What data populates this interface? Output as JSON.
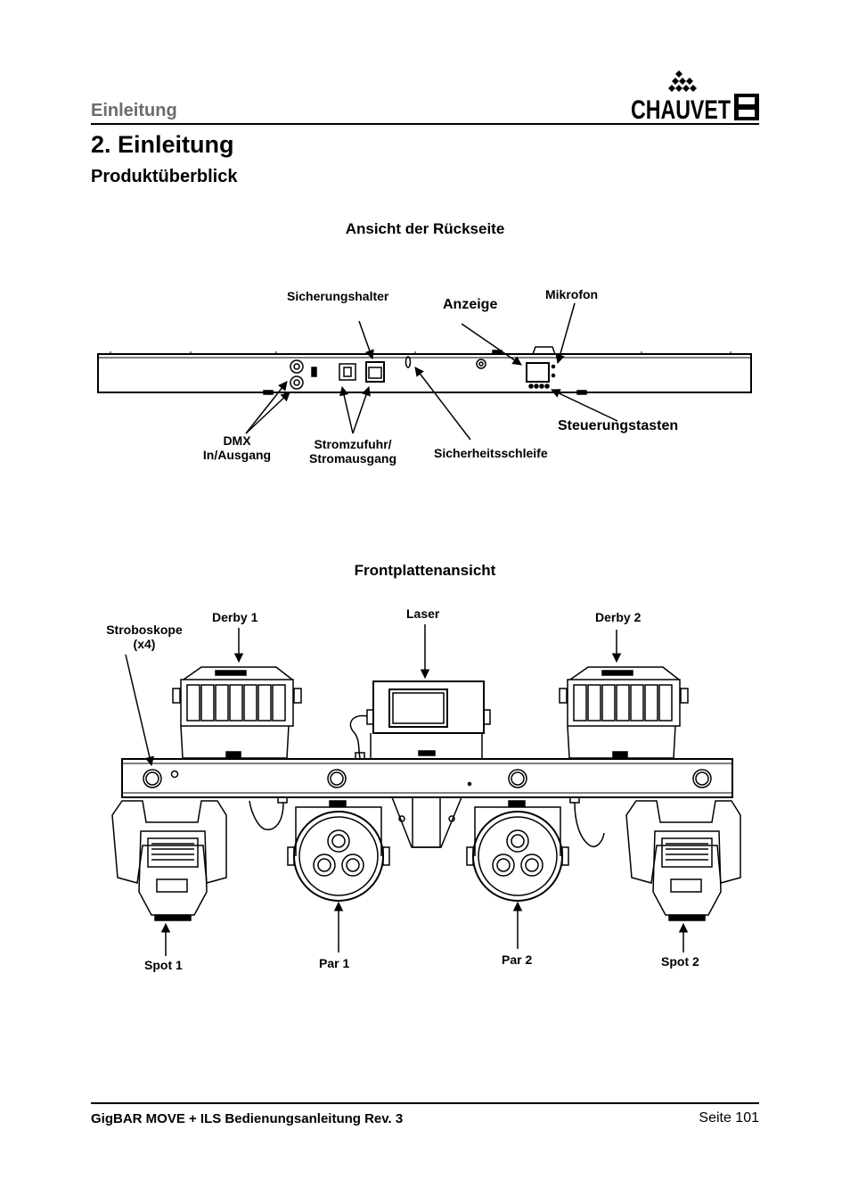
{
  "header": {
    "section": "Einleitung",
    "logo_text": "CHAUVET DJ"
  },
  "heading": "2. Einleitung",
  "subheading": "Produktüberblick",
  "rear": {
    "caption": "Ansicht der Rückseite",
    "labels": {
      "fuse": "Sicherungshalter",
      "display": "Anzeige",
      "mic": "Mikrofon",
      "buttons": "Steuerungstasten",
      "dmx_1": "DMX",
      "dmx_2": "In/Ausgang",
      "power_1": "Stromzufuhr/",
      "power_2": "Stromausgang",
      "safety": "Sicherheitsschleife"
    }
  },
  "front": {
    "caption": "Frontplattenansicht",
    "labels": {
      "strobe_1": "Stroboskope",
      "strobe_2": "(x4)",
      "derby1": "Derby 1",
      "laser": "Laser",
      "derby2": "Derby 2",
      "spot1": "Spot 1",
      "par1": "Par 1",
      "par2": "Par 2",
      "spot2": "Spot 2"
    }
  },
  "footer": {
    "doc": "GigBAR MOVE + ILS Bedienungsanleitung Rev. 3",
    "page": "Seite 101"
  }
}
